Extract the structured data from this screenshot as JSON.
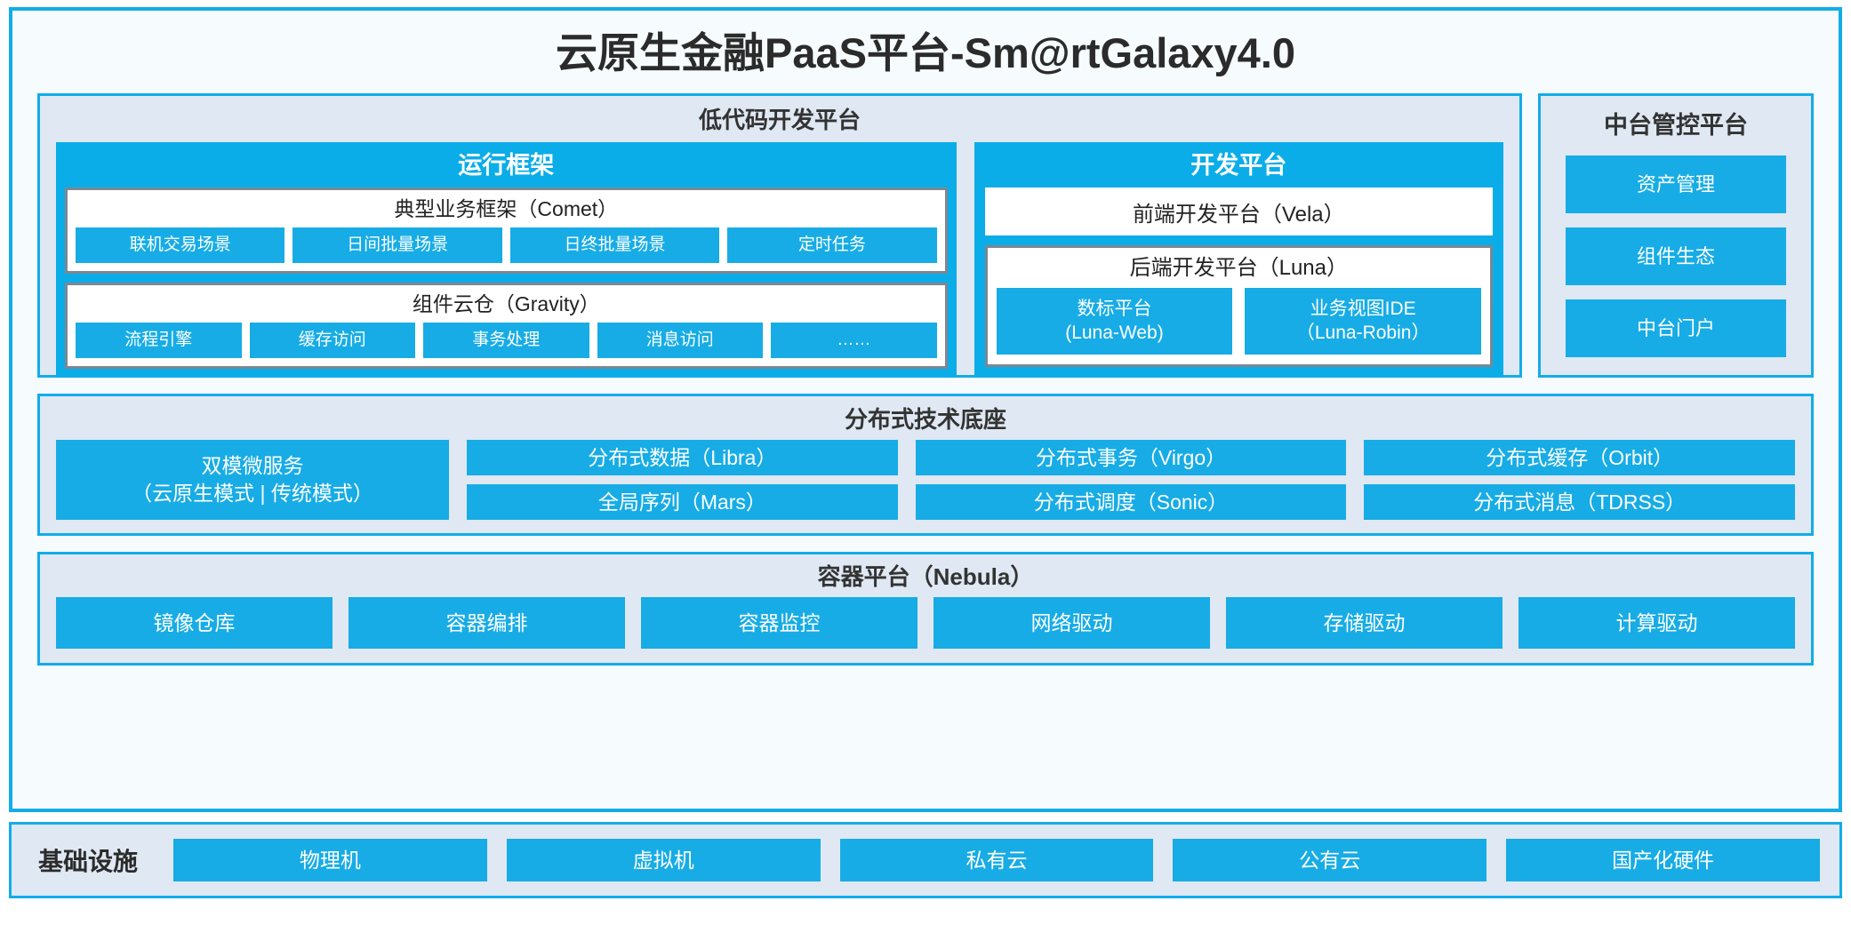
{
  "title": "云原生金融PaaS平台-Sm@rtGalaxy4.0",
  "colors": {
    "accent_blue": "#0BADE8",
    "chip_blue": "#17ACE6",
    "panel_bg": "#DFE8F3",
    "frame_bg": "#F6FCFE",
    "border_blue": "#13ACE8",
    "group_border_gray": "#7C8791"
  },
  "lowcode": {
    "title": "低代码开发平台",
    "runtime": {
      "title": "运行框架",
      "groups": [
        {
          "title": "典型业务框架（Comet）",
          "items": [
            "联机交易场景",
            "日间批量场景",
            "日终批量场景",
            "定时任务"
          ]
        },
        {
          "title": "组件云仓（Gravity）",
          "items": [
            "流程引擎",
            "缓存访问",
            "事务处理",
            "消息访问",
            "……"
          ]
        }
      ]
    },
    "devplatform": {
      "title": "开发平台",
      "frontend": "前端开发平台（Vela）",
      "backend": {
        "title": "后端开发平台（Luna）",
        "items": [
          {
            "line1": "数标平台",
            "line2": "(Luna-Web)"
          },
          {
            "line1": "业务视图IDE",
            "line2": "（Luna-Robin）"
          }
        ]
      }
    }
  },
  "midplatform": {
    "title": "中台管控平台",
    "items": [
      "资产管理",
      "组件生态",
      "中台门户"
    ]
  },
  "techbase": {
    "title": "分布式技术底座",
    "wide": {
      "line1": "双模微服务",
      "line2": "（云原生模式 | 传统模式）"
    },
    "columns": [
      [
        "分布式数据（Libra）",
        "全局序列（Mars）"
      ],
      [
        "分布式事务（Virgo）",
        "分布式调度（Sonic）"
      ],
      [
        "分布式缓存（Orbit）",
        "分布式消息（TDRSS）"
      ]
    ]
  },
  "containerplatform": {
    "title": "容器平台（Nebula）",
    "items": [
      "镜像仓库",
      "容器编排",
      "容器监控",
      "网络驱动",
      "存储驱动",
      "计算驱动"
    ]
  },
  "infrastructure": {
    "label": "基础设施",
    "items": [
      "物理机",
      "虚拟机",
      "私有云",
      "公有云",
      "国产化硬件"
    ]
  }
}
